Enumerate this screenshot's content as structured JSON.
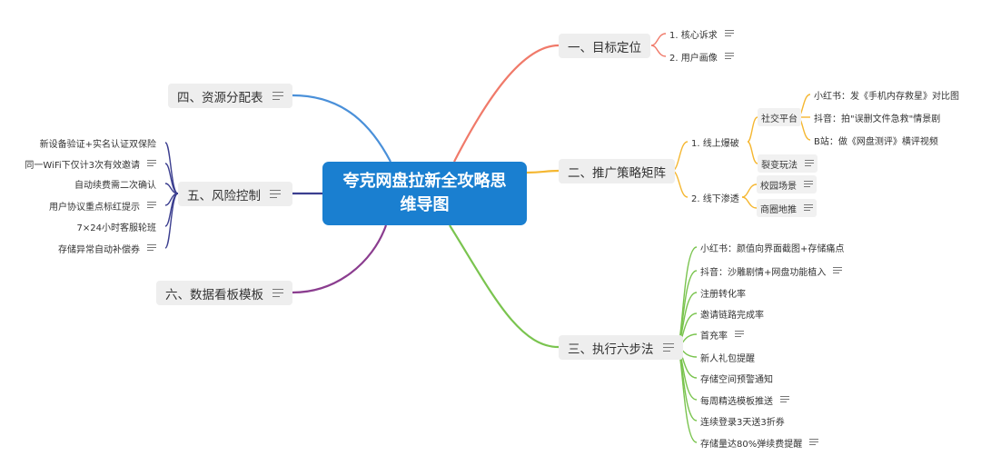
{
  "root": {
    "title_line1": "夸克网盘拉新全攻略思",
    "title_line2": "维导图"
  },
  "branches": {
    "b1": {
      "label": "一、目标定位",
      "color": "#f07a6a",
      "items": [
        "1. 核心诉求",
        "2. 用户画像"
      ]
    },
    "b2": {
      "label": "二、推广策略矩阵",
      "color": "#f5b731",
      "online": "1. 线上爆破",
      "social": "社交平台",
      "social_items": [
        "小红书：发《手机内存救星》对比图",
        "抖音：拍\"误删文件急救\"情景剧",
        "B站：做《网盘测评》横评视频"
      ],
      "fission": "裂变玩法",
      "offline": "2. 线下渗透",
      "offline_items": [
        "校园场景",
        "商圈地推"
      ]
    },
    "b3": {
      "label": "三、执行六步法",
      "color": "#7ac44f",
      "items": [
        "小红书：颜值向界面截图+存储痛点",
        "抖音：沙雕剧情+网盘功能植入",
        "注册转化率",
        "邀请链路完成率",
        "首充率",
        "新人礼包提醒",
        "存储空间预警通知",
        "每周精选模板推送",
        "连续登录3天送3折券",
        "存储量达80%弹续费提醒"
      ]
    },
    "b4": {
      "label": "四、资源分配表",
      "color": "#4a90d9"
    },
    "b5": {
      "label": "五、风险控制",
      "color": "#3b3e8f",
      "items": [
        "新设备验证+实名认证双保险",
        "同一WiFi下仅计3次有效邀请",
        "自动续费需二次确认",
        "用户协议重点标红提示",
        "7×24小时客服轮班",
        "存储异常自动补偿券"
      ]
    },
    "b6": {
      "label": "六、数据看板模板",
      "color": "#8b3d8f"
    }
  }
}
